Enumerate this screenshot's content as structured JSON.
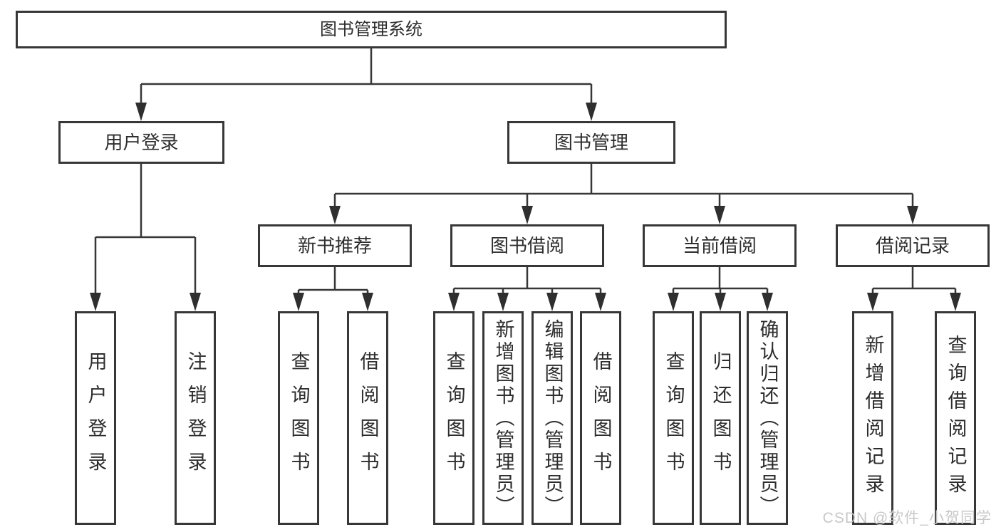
{
  "diagram": {
    "title_note": "library management system function structure diagram",
    "root": {
      "label": "图书管理系统"
    },
    "branches": [
      {
        "label": "用户登录",
        "children": [
          {
            "label": "用户登录"
          },
          {
            "label": "注销登录"
          }
        ]
      },
      {
        "label": "图书管理",
        "children": [
          {
            "label": "新书推荐",
            "children": [
              {
                "label": "查询图书"
              },
              {
                "label": "借阅图书"
              }
            ]
          },
          {
            "label": "图书借阅",
            "children": [
              {
                "label": "查询图书"
              },
              {
                "label": "新增图书（管理员）"
              },
              {
                "label": "编辑图书（管理员）"
              },
              {
                "label": "借阅图书"
              }
            ]
          },
          {
            "label": "当前借阅",
            "children": [
              {
                "label": "查询图书"
              },
              {
                "label": "归还图书"
              },
              {
                "label": "确认归还（管理员）"
              }
            ]
          },
          {
            "label": "借阅记录",
            "children": [
              {
                "label": "新增借阅记录"
              },
              {
                "label": "查询借阅记录"
              }
            ]
          }
        ]
      }
    ],
    "watermark": "CSDN @软件_小贺同学",
    "colors": {
      "background": "#ffffff",
      "box_border": "#373737",
      "line": "#373737",
      "arrow": "#2f2f2f",
      "text": "#2d2d2d",
      "watermark": "#c5c5c5"
    }
  }
}
